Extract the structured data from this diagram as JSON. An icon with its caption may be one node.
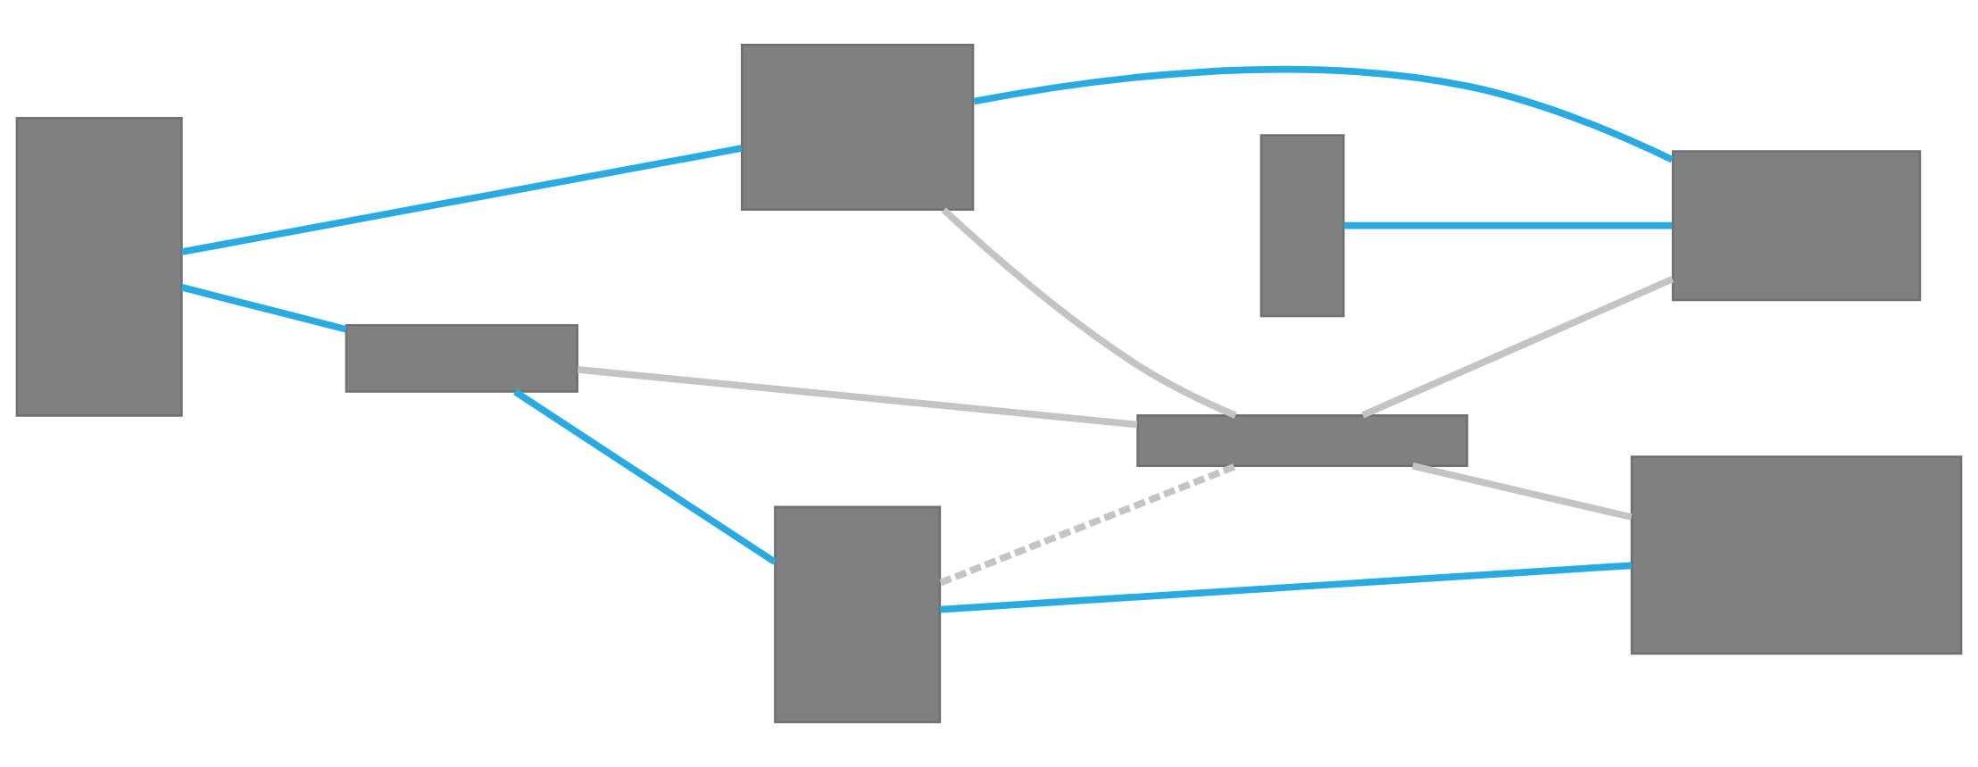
{
  "diagram": {
    "nodes": [
      {
        "text": [],
        "shape": "box"
      },
      {
        "text": [],
        "shape": "box"
      },
      {
        "text": [],
        "shape": "box"
      },
      {
        "text": [],
        "shape": "box"
      },
      {
        "text": [],
        "shape": "box"
      },
      {
        "text": [],
        "shape": "box"
      },
      {
        "text": [],
        "shape": "box"
      },
      {
        "text": [],
        "shape": "box"
      }
    ],
    "edges": [
      {
        "from": 0,
        "to": 1,
        "arrow": "none"
      },
      {
        "from": 0,
        "to": 2,
        "arrow": "none"
      },
      {
        "from": 2,
        "to": 3,
        "arrow": "none",
        "color": "#c4c4c4"
      },
      {
        "from": 2,
        "to": 4,
        "arrow": "none"
      },
      {
        "from": 1,
        "to": 3,
        "arrow": "none",
        "color": "#c4c4c4"
      },
      {
        "from": 1,
        "to": 5,
        "arrow": "none"
      },
      {
        "from": 4,
        "to": 3,
        "arrow": "none",
        "style": "dashed",
        "color": "#c4c4c4"
      },
      {
        "from": 3,
        "to": 5,
        "arrow": "none",
        "color": "#c4c4c4"
      },
      {
        "from": 3,
        "to": 6,
        "arrow": "none",
        "color": "#c4c4c4"
      },
      {
        "from": 4,
        "to": 6,
        "arrow": "none"
      },
      {
        "from": 7,
        "to": 5,
        "arrow": "none"
      }
    ]
  }
}
